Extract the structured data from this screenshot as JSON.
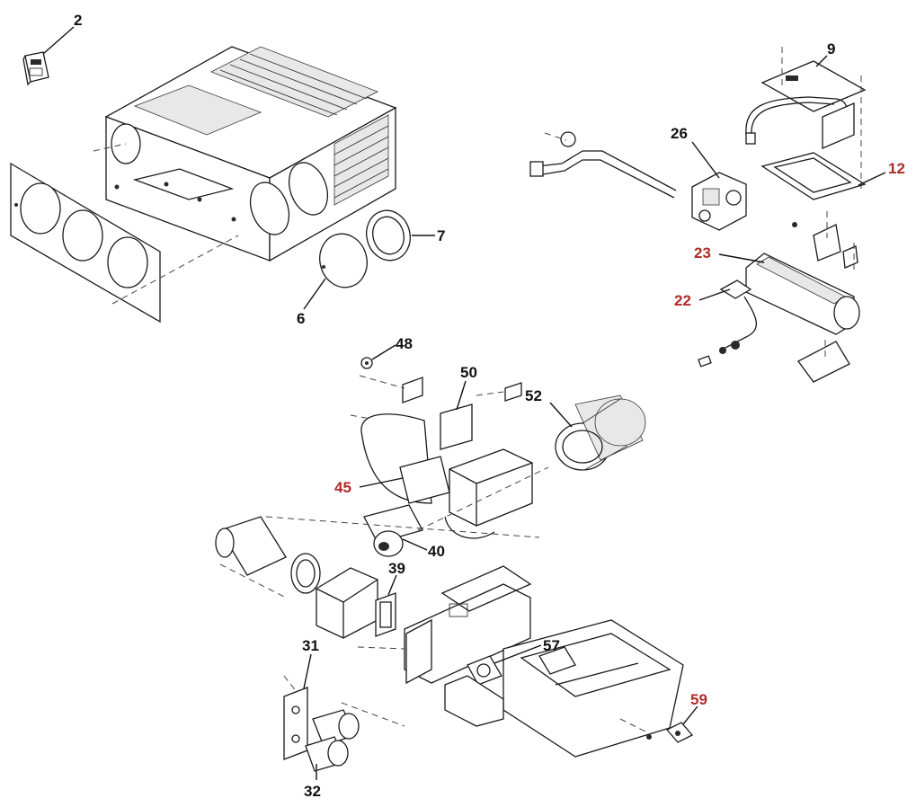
{
  "colors": {
    "callout_default": "#111111",
    "callout_highlight": "#b02a2a",
    "line": "#1a1a1a"
  },
  "callouts": [
    {
      "id": "2",
      "text": "2",
      "highlight": false
    },
    {
      "id": "9",
      "text": "9",
      "highlight": false
    },
    {
      "id": "26",
      "text": "26",
      "highlight": false
    },
    {
      "id": "12",
      "text": "12",
      "highlight": true
    },
    {
      "id": "7",
      "text": "7",
      "highlight": false
    },
    {
      "id": "6",
      "text": "6",
      "highlight": false
    },
    {
      "id": "23",
      "text": "23",
      "highlight": true
    },
    {
      "id": "22",
      "text": "22",
      "highlight": true
    },
    {
      "id": "48",
      "text": "48",
      "highlight": false
    },
    {
      "id": "50",
      "text": "50",
      "highlight": false
    },
    {
      "id": "52",
      "text": "52",
      "highlight": false
    },
    {
      "id": "45",
      "text": "45",
      "highlight": true
    },
    {
      "id": "40",
      "text": "40",
      "highlight": false
    },
    {
      "id": "39",
      "text": "39",
      "highlight": false
    },
    {
      "id": "57",
      "text": "57",
      "highlight": false
    },
    {
      "id": "31",
      "text": "31",
      "highlight": false
    },
    {
      "id": "59",
      "text": "59",
      "highlight": true
    },
    {
      "id": "32",
      "text": "32",
      "highlight": false
    }
  ]
}
